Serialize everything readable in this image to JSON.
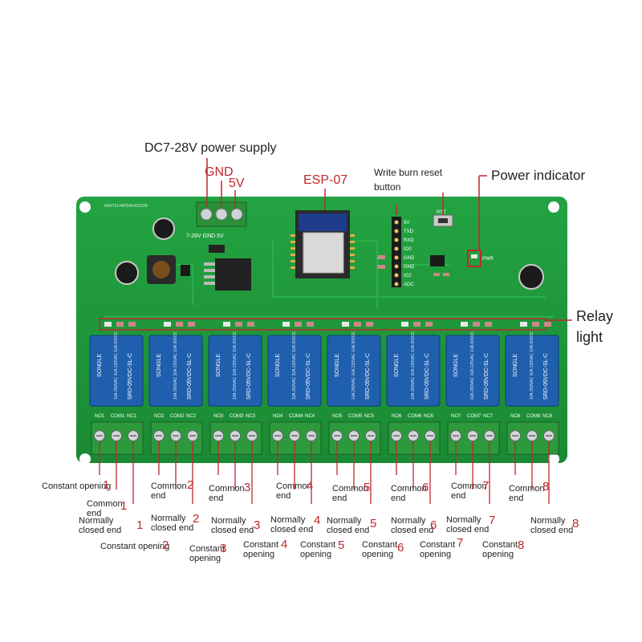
{
  "labels": {
    "power_supply": "DC7-28V power supply",
    "gnd": "GND",
    "five_v": "5V",
    "esp": "ESP-07",
    "write_burn_reset": "Write burn reset\nbutton",
    "power_indicator": "Power indicator",
    "relay_light": "Relay\nlight"
  },
  "board_silk": {
    "title": "8AST3144PS44-031108",
    "terminal": "7-28V GND  5V",
    "header_pins": [
      "5V",
      "TXD",
      "RXD",
      "IO0",
      "GND",
      "GND",
      "IO2",
      "ADC"
    ],
    "rst": "RST",
    "pwr": "PWR",
    "relay_brand": "SONGLE",
    "relay_model": "SRD-05VDC-SL-C",
    "relay_rating": "10A 250VAC 10A 125VAC 10A 30VDC",
    "relay_terminals": [
      [
        "NO1",
        "COM1",
        "NC1"
      ],
      [
        "NO2",
        "COM2",
        "NC2"
      ],
      [
        "NO3",
        "COM3",
        "NC3"
      ],
      [
        "NO4",
        "COM4",
        "NC4"
      ],
      [
        "NO5",
        "COM5",
        "NC5"
      ],
      [
        "NO6",
        "COM6",
        "NC6"
      ],
      [
        "NO7",
        "COM7",
        "NC7"
      ],
      [
        "NO8",
        "COM8",
        "NC8"
      ]
    ]
  },
  "annotations": {
    "constant_opening_1": "Constant opening",
    "n1a": "1",
    "common_end_1": "Common\nend",
    "n1b": "1",
    "nc_end_1": "Normally\nclosed end",
    "n1c": "1",
    "constant_opening_2": "Constant opening",
    "n2a": "2",
    "common_end_2": "Common\nend",
    "n2b": "2",
    "nc_end_2": "Normally\nclosed end",
    "n2c": "2",
    "common_end_3": "Common\nend",
    "n3b": "3",
    "nc_end_3": "Normally\nclosed end",
    "n3c": "3",
    "constant_opening_3": "Constant\nopening",
    "n3a": "3",
    "common_end_4": "Common\nend",
    "n4b": "4",
    "nc_end_4": "Normally\nclosed end",
    "n4c": "4",
    "constant_opening_4": "Constant\nopening",
    "n4a": "4",
    "common_end_5": "Common\nend",
    "n5b": "5",
    "nc_end_5": "Normally\nclosed end",
    "n5c": "5",
    "constant_opening_5": "Constant\nopening",
    "n5a": "5",
    "common_end_6": "Common\nend",
    "n6b": "6",
    "nc_end_6": "Normally\nclosed end",
    "n6c": "6",
    "constant_opening_6": "Constant\nopening",
    "n6a": "6",
    "common_end_7": "Common\nend",
    "n7b": "7",
    "nc_end_7": "Normally\nclosed end",
    "n7c": "7",
    "constant_opening_7": "Constant\nopening",
    "n7a": "7",
    "common_end_8": "Common\nend",
    "n8b": "8",
    "nc_end_8": "Normally\nclosed end",
    "n8c": "8",
    "constant_opening_8": "Constant\nopening",
    "n8a": "8"
  },
  "colors": {
    "board": "#1f9a3a",
    "board_dark": "#157a2c",
    "relay_blue": "#1f5fae",
    "terminal_green": "#2c9a3c",
    "accent_red": "#c0272d"
  }
}
